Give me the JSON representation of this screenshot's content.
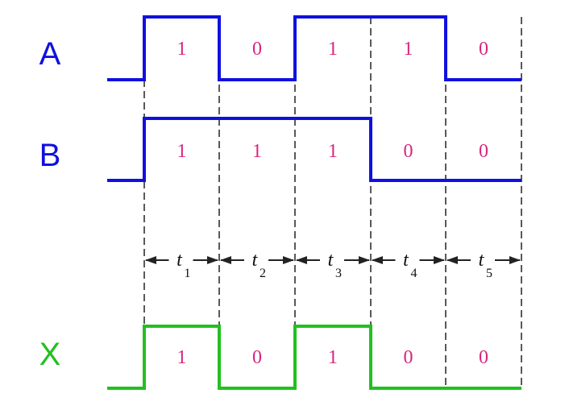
{
  "signals": [
    {
      "name": "A",
      "color": "#1010e0",
      "bits": [
        "1",
        "0",
        "1",
        "1",
        "0"
      ]
    },
    {
      "name": "B",
      "color": "#1010e0",
      "bits": [
        "1",
        "1",
        "1",
        "0",
        "0"
      ]
    },
    {
      "name": "X",
      "color": "#22c020",
      "bits": [
        "1",
        "0",
        "1",
        "0",
        "0"
      ]
    }
  ],
  "intervals": [
    {
      "label": "t",
      "sub": "1"
    },
    {
      "label": "t",
      "sub": "2"
    },
    {
      "label": "t",
      "sub": "3"
    },
    {
      "label": "t",
      "sub": "4"
    },
    {
      "label": "t",
      "sub": "5"
    }
  ],
  "colors": {
    "bit_text": "#d6267f",
    "guide": "#222222"
  }
}
